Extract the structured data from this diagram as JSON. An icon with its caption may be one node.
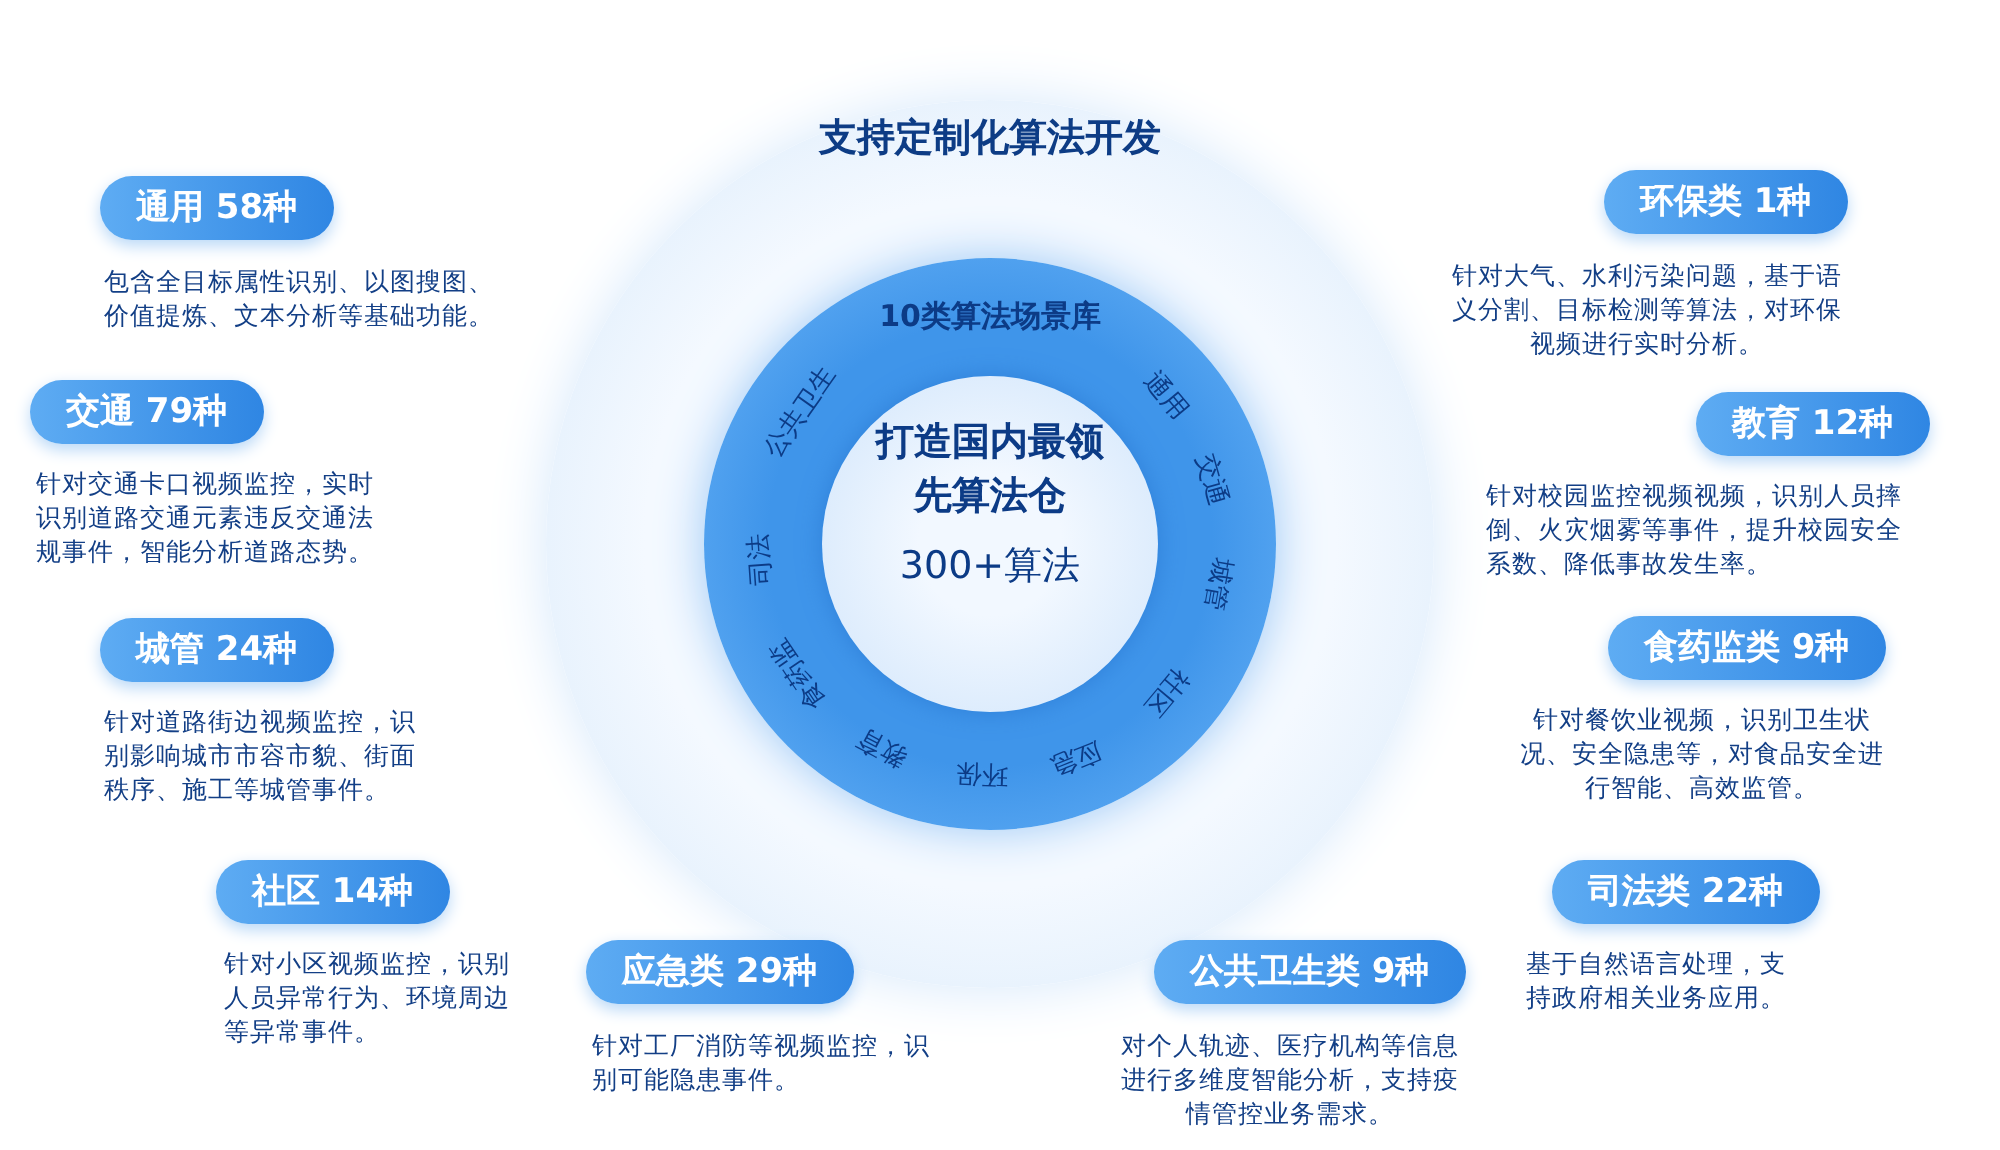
{
  "diagram": {
    "nodes": [
      {
        "text": [
          "支持定制化算法开发"
        ]
      },
      {
        "text": [
          "10类算法场景库",
          "通用",
          "交通",
          "城管",
          "社区",
          "应急",
          "环保",
          "教育",
          "食药监",
          "司法",
          "公共卫生"
        ],
        "in": 0
      },
      {
        "text": [
          "打造国内最领先算法仓",
          "300+算法"
        ],
        "in": 1
      },
      {
        "text": [
          "通用 58种"
        ],
        "beside": [
          "包含全目标属性识别、以图搜图、价值提炼、文本分析等基础功能。"
        ]
      },
      {
        "text": [
          "交通 79种"
        ],
        "beside": [
          "针对交通卡口视频监控，实时识别道路交通元素违反交通法规事件，智能分析道路态势。"
        ]
      },
      {
        "text": [
          "城管 24种"
        ],
        "beside": [
          "针对道路街边视频监控，识别影响城市市容市貌、街面秩序、施工等城管事件。"
        ]
      },
      {
        "text": [
          "社区 14种"
        ],
        "beside": [
          "针对小区视频监控，识别人员异常行为、环境周边等异常事件。"
        ]
      },
      {
        "text": [
          "应急类 29种"
        ],
        "beside": [
          "针对工厂消防等视频监控，识别可能隐患事件。"
        ]
      },
      {
        "text": [
          "公共卫生类 9种"
        ],
        "beside": [
          "对个人轨迹、医疗机构等信息进行多维度智能分析，支持疫情管控业务需求。"
        ]
      },
      {
        "text": [
          "司法类 22种"
        ],
        "beside": [
          "基于自然语言处理，支持政府相关业务应用。"
        ]
      },
      {
        "text": [
          "食药监类 9种"
        ],
        "beside": [
          "针对餐饮业视频，识别卫生状况、安全隐患等，对食品安全进行智能、高效监管。"
        ]
      },
      {
        "text": [
          "教育 12种"
        ],
        "beside": [
          "针对校园监控视频视频，识别人员摔倒、火灾烟雾等事件，提升校园安全系数、降低事故发生率。"
        ]
      },
      {
        "text": [
          "环保类 1种"
        ],
        "beside": [
          "针对大气、水利污染问题，基于语义分割、目标检测等算法，对环保视频进行实时分析。"
        ]
      }
    ]
  }
}
